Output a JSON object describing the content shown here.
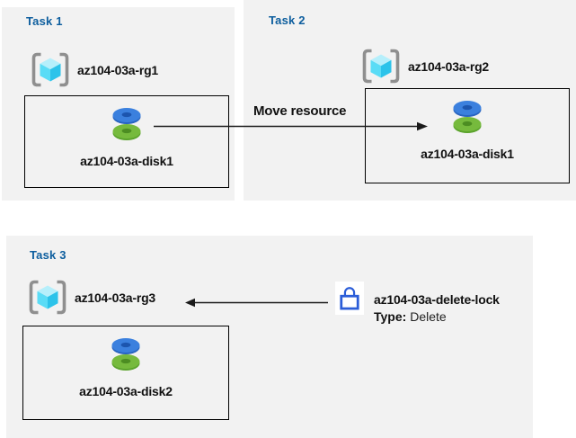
{
  "tasks": [
    {
      "title": "Task 1",
      "resource_group": "az104-03a-rg1",
      "disk": "az104-03a-disk1"
    },
    {
      "title": "Task 2",
      "resource_group": "az104-03a-rg2",
      "disk": "az104-03a-disk1"
    },
    {
      "title": "Task 3",
      "resource_group": "az104-03a-rg3",
      "disk": "az104-03a-disk2"
    }
  ],
  "move_arrow": {
    "label": "Move resource"
  },
  "lock": {
    "name": "az104-03a-delete-lock",
    "type_label": "Type:",
    "type_value": "Delete"
  },
  "icons": {
    "resource_group": "resource-group-icon (bracketed cyan cube)",
    "disk": "disk-icon (blue disk stacked on green disk)",
    "lock": "lock-icon (blue padlock outline)"
  },
  "colors": {
    "panel_bg": "#f2f2f2",
    "task_title": "#0d5e9e",
    "label_text": "#111111",
    "box_border": "#000000",
    "arrow": "#1a1a1a",
    "lock_blue": "#2b5dd8",
    "disk_blue": "#3b80de",
    "disk_blue_hole": "#1c55ae",
    "disk_green": "#76ba3d",
    "disk_green_hole": "#4c8d22",
    "cube_top": "#b6effb",
    "cube_left": "#5adcf6",
    "cube_right": "#2cc3ea",
    "bracket_gray": "#8f8f8f"
  }
}
